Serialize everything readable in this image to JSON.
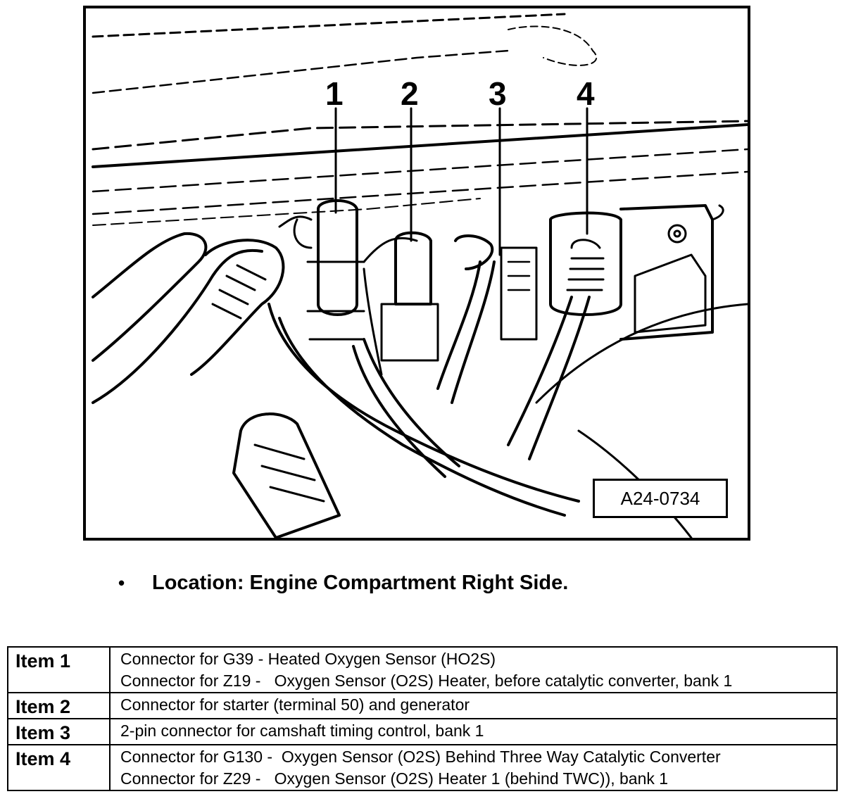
{
  "figure": {
    "callouts": [
      "1",
      "2",
      "3",
      "4"
    ],
    "figure_id": "A24-0734"
  },
  "location": {
    "bullet": "•",
    "text": "Location: Engine Compartment Right Side."
  },
  "items": [
    {
      "label": "Item 1",
      "lines": [
        "Connector for G39 - Heated Oxygen Sensor (HO2S)",
        "Connector for Z19 -   Oxygen Sensor (O2S) Heater, before catalytic converter, bank 1"
      ]
    },
    {
      "label": "Item 2",
      "lines": [
        "Connector for starter (terminal 50) and generator"
      ]
    },
    {
      "label": "Item 3",
      "lines": [
        "2-pin connector for camshaft timing control, bank 1"
      ]
    },
    {
      "label": "Item 4",
      "lines": [
        "Connector for G130 -  Oxygen Sensor (O2S) Behind Three Way Catalytic Converter",
        "Connector for Z29 -   Oxygen Sensor (O2S) Heater 1 (behind TWC)), bank 1"
      ]
    }
  ]
}
